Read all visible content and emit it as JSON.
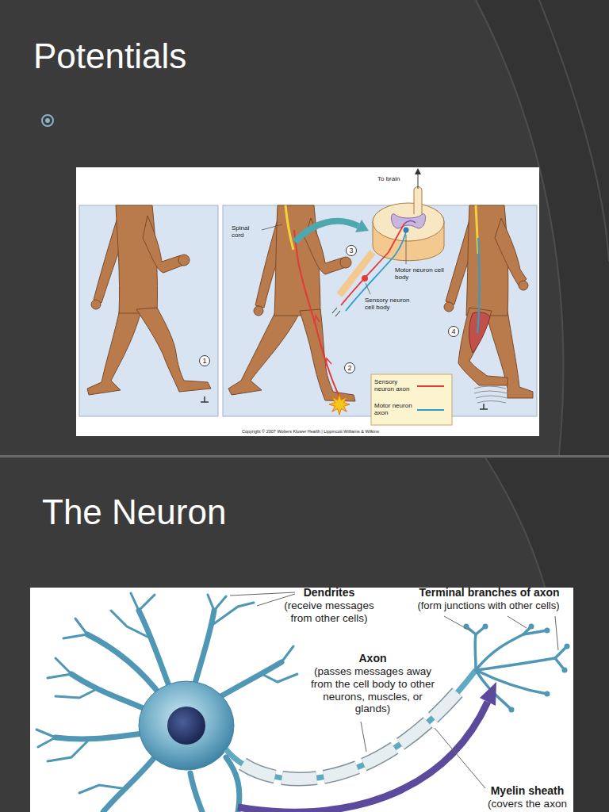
{
  "diagram": {
    "nodes": [
      {
        "text": [
          "Potentials"
        ]
      },
      {
        "text": [
          "The Neuron"
        ]
      }
    ],
    "labels": [
      "To brain",
      "Spinal cord",
      "3",
      "Motor neuron cell body",
      "Sensory neuron cell body",
      "1",
      "2",
      "4",
      "Copyright © 2007 Wolters Kluwer Health | Lippincott Williams & Wilkins",
      "Dendrites",
      "(receive messages from other cells)",
      "Terminal branches of axon",
      "(form junctions with other cells)",
      "Axon",
      "(passes messages away from the cell body to other neurons, muscles, or glands)",
      "Myelin sheath",
      "(covers the axon"
    ],
    "legend": [
      {
        "text": "Sensory neuron axon"
      },
      {
        "text": "Motor neuron axon"
      }
    ]
  }
}
